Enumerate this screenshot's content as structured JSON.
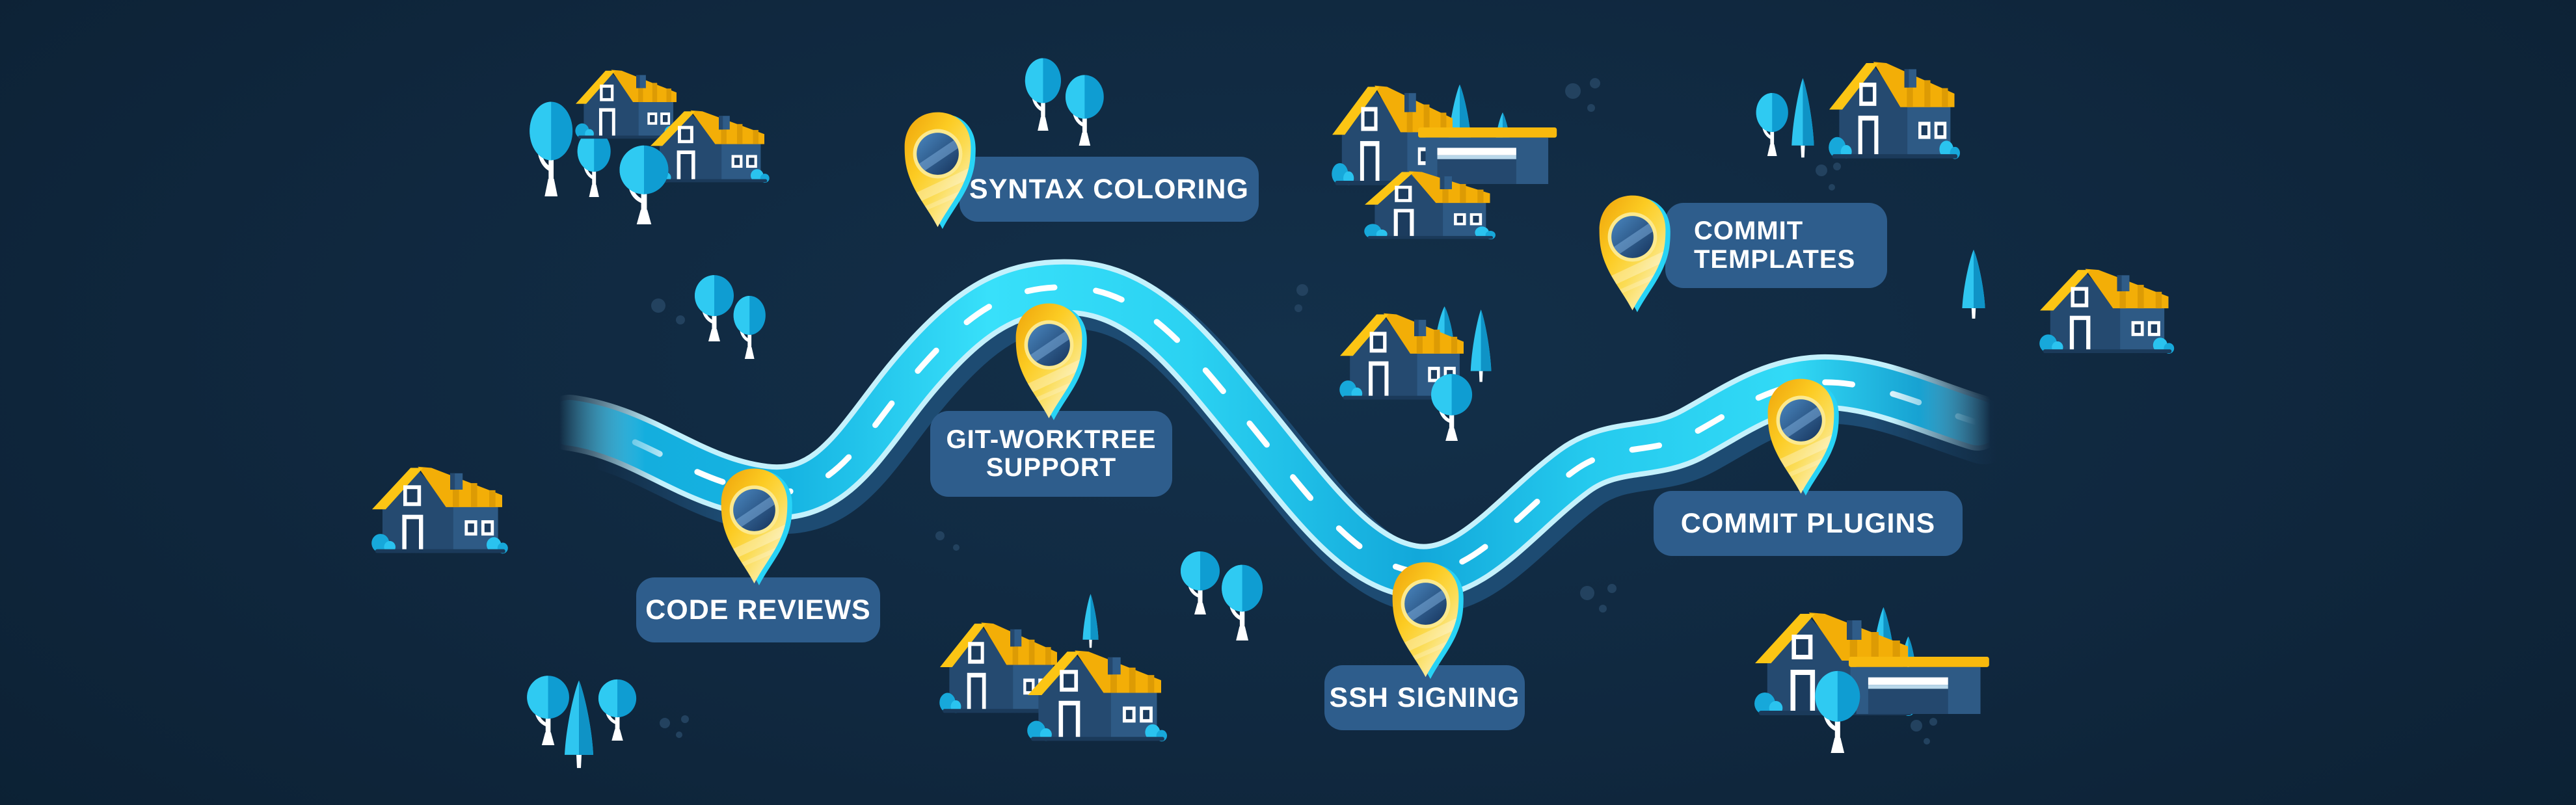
{
  "illustration": {
    "theme": "git-features-roadmap",
    "background_color": "#10283f",
    "road": {
      "surface_color": "#2fd8f6",
      "edge_color": "#c4f1fc",
      "shadow_color": "#1d4b72",
      "center_line_color": "#ffffff"
    },
    "pin": {
      "body_color": "#fcd12b",
      "accent_color": "#28d3f6",
      "circle_color": "#2a5685"
    },
    "pill": {
      "background_color": "#2e5d8c",
      "text_color": "#ffffff"
    }
  },
  "milestones": [
    {
      "id": "syntax-coloring",
      "label_line1": "SYNTAX COLORING",
      "label_line2": ""
    },
    {
      "id": "code-reviews",
      "label_line1": "CODE REVIEWS",
      "label_line2": ""
    },
    {
      "id": "git-worktree-support",
      "label_line1": "GIT-WORKTREE",
      "label_line2": "SUPPORT"
    },
    {
      "id": "ssh-signing",
      "label_line1": "SSH SIGNING",
      "label_line2": ""
    },
    {
      "id": "commit-templates",
      "label_line1": "COMMIT",
      "label_line2": "TEMPLATES"
    },
    {
      "id": "commit-plugins",
      "label_line1": "COMMIT PLUGINS",
      "label_line2": ""
    }
  ]
}
